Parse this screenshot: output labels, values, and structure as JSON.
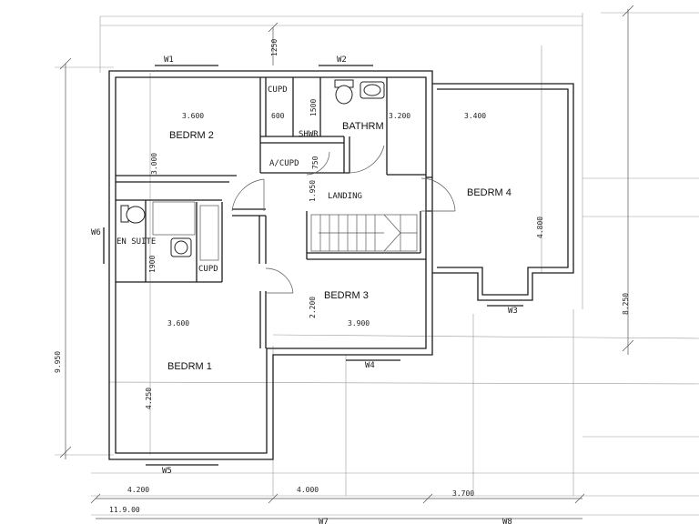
{
  "rooms": {
    "bedroom2": "BEDRM 2",
    "bathroom": "BATHRM",
    "landing": "LANDING",
    "bedroom4": "BEDRM 4",
    "en_suite": "EN SUITE",
    "bedroom3": "BEDRM 3",
    "bedroom1": "BEDRM 1",
    "cupboard_top": "CUPD",
    "cupboard_ensuite": "CUPD",
    "airing_cupboard": "A/CUPD",
    "shower": "SHWR"
  },
  "windows": {
    "w1": "W1",
    "w2": "W2",
    "w3": "W3",
    "w4": "W4",
    "w5": "W5",
    "w6": "W6",
    "w7": "W7",
    "w8": "W8"
  },
  "dimensions": {
    "top_offset": "1250",
    "bed2_width": "3.600",
    "bed2_depth": "3.000",
    "cupd_width": "600",
    "shower_depth": "1500",
    "bath_width": "3.200",
    "bed4_width": "3.400",
    "acupd_depth": "750",
    "landing_depth": "1.950",
    "bed4_depth": "4.800",
    "ensuite_depth": "1900",
    "bed1_width": "3.600",
    "bed3_depth": "2.200",
    "bed3_width": "3.900",
    "bed1_depth": "4.250",
    "overall_left": "9.950",
    "overall_right": "8.250",
    "bottom_left": "4.200",
    "bottom_mid": "4.000",
    "bottom_right": "3.700",
    "overall_width": "11.9.00"
  }
}
